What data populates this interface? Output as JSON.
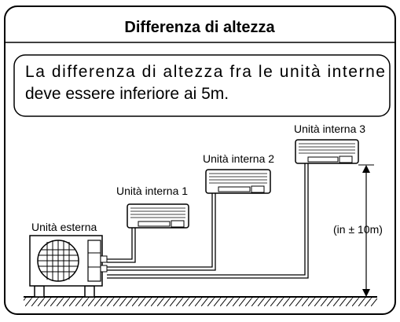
{
  "title": "Differenza di altezza",
  "note": {
    "line1": "La differenza di altezza fra le unità interne",
    "line2": "deve essere inferiore ai 5m."
  },
  "units": {
    "outdoor": "Unità esterna",
    "indoor1": "Unità interna 1",
    "indoor2": "Unità interna 2",
    "indoor3": "Unità interna 3"
  },
  "dimension_label": "(in ± 10m)"
}
